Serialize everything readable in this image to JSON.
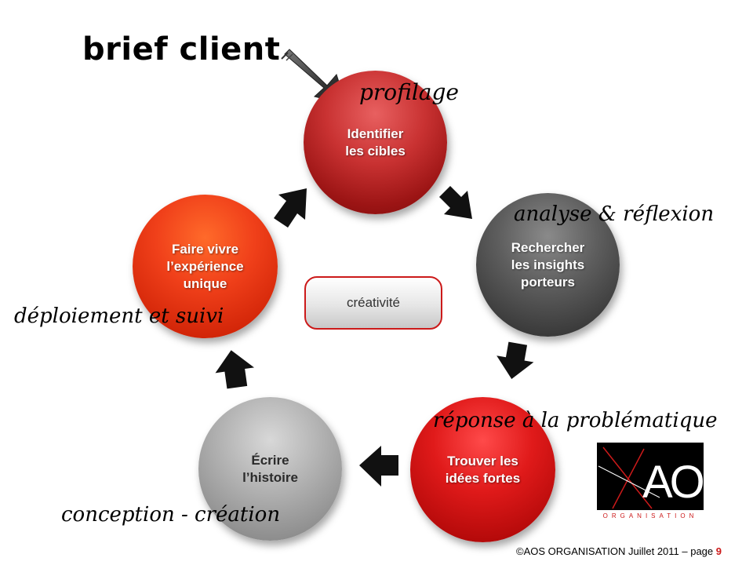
{
  "heading": "brief client",
  "center_label": "créativité",
  "steps": [
    {
      "label": "Identifier\nles cibles",
      "annotation": "profilage"
    },
    {
      "label": "Rechercher\nles insights\nporteurs",
      "annotation": "analyse & réflexion"
    },
    {
      "label": "Trouver les\nidées fortes",
      "annotation": "réponse à la problématique"
    },
    {
      "label": "Écrire\nl’histoire",
      "annotation": "conception - création"
    },
    {
      "label": "Faire vivre\nl’expérience\nunique",
      "annotation": "déploiement et suivi"
    }
  ],
  "footer": {
    "text": "©AOS ORGANISATION Juillet 2011 – page ",
    "page": "9"
  },
  "logo": {
    "mark": "AOS",
    "subtitle": "ORGANISATION"
  },
  "colors": {
    "red": "#c93232",
    "dark_grey": "#3a3a3a",
    "bright_red": "#e01a1a",
    "light_grey": "#b3b3b3",
    "orange_red": "#f0401a",
    "accent": "#cc1a1a"
  }
}
